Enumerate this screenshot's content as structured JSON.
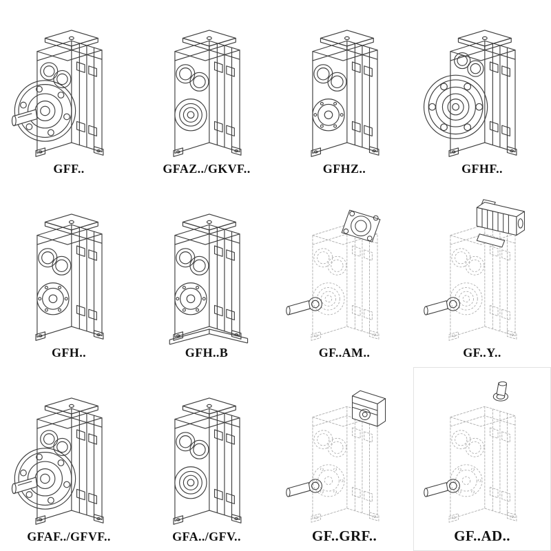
{
  "page": {
    "background": "#ffffff",
    "stroke_solid": "#3d3d3d",
    "stroke_phantom": "#a9a9a9"
  },
  "grid": {
    "cells": [
      {
        "label": "GFF..",
        "drawing": "flange-output-gearbox-drawing",
        "symbol": "#gb-flange"
      },
      {
        "label": "GFAZ../GKVF..",
        "drawing": "hollow-shaft-gearbox-drawing",
        "symbol": "#gb-solid-a"
      },
      {
        "label": "GFHZ..",
        "drawing": "hollow-shaft-gearbox-drawing",
        "symbol": "#gb-solid-b"
      },
      {
        "label": "GFHF..",
        "drawing": "front-flange-gearbox-drawing",
        "symbol": "#gb-flangefront"
      },
      {
        "label": "GFH..",
        "drawing": "shaft-mounted-gearbox-drawing",
        "symbol": "#gb-solid-b"
      },
      {
        "label": "GFH..B",
        "drawing": "foot-plate-gearbox-drawing",
        "symbol": "#gb-solid-bb"
      },
      {
        "label": "GF..AM..",
        "drawing": "gearbox-iec-adapter-drawing",
        "symbol": "#gb-am"
      },
      {
        "label": "GF..Y..",
        "drawing": "gearbox-with-motor-drawing",
        "symbol": "#gb-y"
      },
      {
        "label": "GFAF../GFVF..",
        "drawing": "flange-output-gearbox-drawing",
        "symbol": "#gb-flange"
      },
      {
        "label": "GFA../GFV..",
        "drawing": "hollow-shaft-gearbox-drawing",
        "symbol": "#gb-solid-a"
      },
      {
        "label": "GF..GRF..",
        "drawing": "gearbox-shaft-adapter-drawing",
        "symbol": "#gb-grf"
      },
      {
        "label": "GF..AD..",
        "drawing": "gearbox-input-shaft-drawing",
        "symbol": "#gb-ad"
      }
    ]
  }
}
